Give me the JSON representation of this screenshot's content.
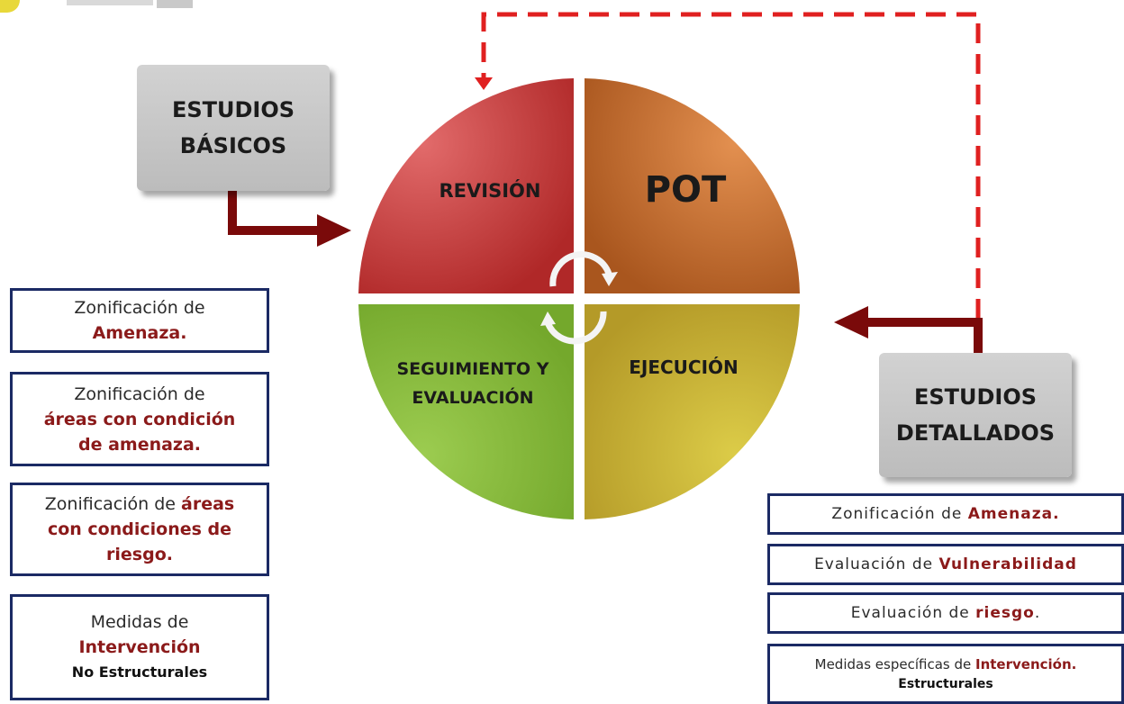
{
  "colors": {
    "revision": "#c83a3a",
    "pot": "#c86a2a",
    "seguimiento": "#8cbc3c",
    "ejecucion": "#c8b436",
    "arrow": "#7a0a0a",
    "dashed": "#e02020",
    "box_border": "#1b2a64",
    "highlight": "#8b1a1a"
  },
  "study_boxes": {
    "basicos": "ESTUDIOS\nBÁSICOS",
    "detallados": "ESTUDIOS\nDETALLADOS"
  },
  "cycle": {
    "revision": "REVISIÓN",
    "pot": "POT",
    "seguimiento": "SEGUIMIENTO  Y\nEVALUACIÓN",
    "ejecucion": "EJECUCIÓN"
  },
  "left_boxes": {
    "b1": {
      "l1": "Zonificación de",
      "l2": "Amenaza."
    },
    "b2": {
      "l1": "Zonificación de",
      "l2": "áreas con condición",
      "l3": "de amenaza."
    },
    "b3": {
      "l1a": "Zonificación de ",
      "l1b": "áreas",
      "l2": "con condiciones de",
      "l3": "riesgo."
    },
    "b4": {
      "l1": "Medidas de",
      "l2": "Intervención",
      "l3": "No Estructurales"
    }
  },
  "right_boxes": {
    "r1": {
      "a": "Zonificación  de  ",
      "b": "Amenaza."
    },
    "r2": {
      "a": "Evaluación  de  ",
      "b": "Vulnerabilidad"
    },
    "r3": {
      "a": "Evaluación  de  ",
      "b": "riesgo",
      "c": "."
    },
    "r4": {
      "a": "Medidas específicas de ",
      "b": "Intervención.",
      "c": "Estructurales"
    }
  }
}
